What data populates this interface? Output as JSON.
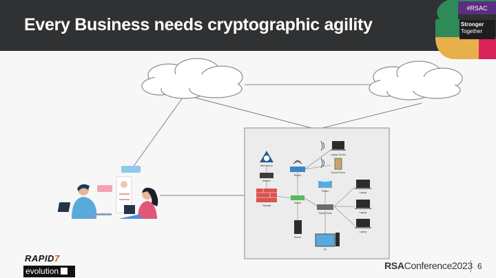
{
  "slide": {
    "title": "Every Business needs cryptographic agility",
    "page_number": "6"
  },
  "badge": {
    "hashtag": "#RSAC",
    "line1": "Stronger",
    "line2": "Together",
    "colors": [
      "#2e8b57",
      "#5a2e82",
      "#e8b04a",
      "#d8245a"
    ]
  },
  "footer": {
    "brand1_main": "RAPID",
    "brand1_accent": "7",
    "brand2": "evolution",
    "conference_bold": "RSA",
    "conference_rest": "Conference2023"
  },
  "diagram": {
    "nodes": [
      "Web Server",
      "Modem",
      "Router",
      "Laptop Device",
      "Smart Phone",
      "Firewall",
      "Switch",
      "Printer",
      "Patch Panel",
      "Server",
      "PC",
      "Laptop",
      "Laptop",
      "Laptop"
    ]
  }
}
